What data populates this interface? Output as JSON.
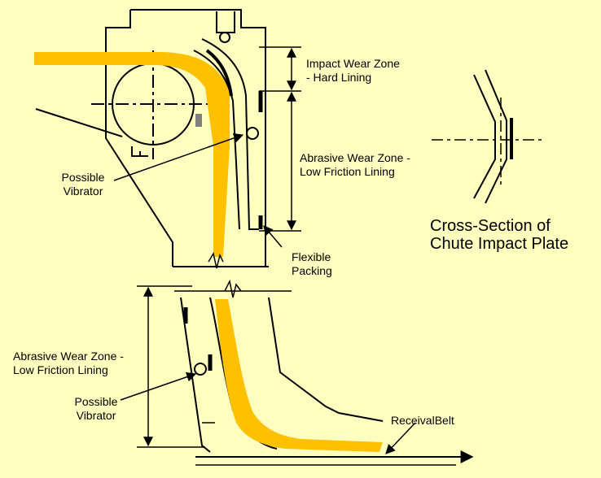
{
  "labels": {
    "impact_zone": [
      "Impact Wear Zone",
      "- Hard Lining"
    ],
    "abrasive_zone_upper": [
      "Abrasive Wear Zone -",
      "Low Friction Lining"
    ],
    "vibrator_upper": [
      "Possible",
      "Vibrator"
    ],
    "flexible_packing": [
      "Flexible",
      "Packing"
    ],
    "cross_section": [
      "Cross-Section of",
      "Chute Impact Plate"
    ],
    "abrasive_zone_lower": [
      "Abrasive Wear Zone -",
      "Low Friction Lining"
    ],
    "vibrator_lower": [
      "Possible",
      "Vibrator"
    ],
    "receival_belt": "ReceivalBelt"
  },
  "colors": {
    "background": "#ffffc0",
    "material_flow": "#ffc000",
    "line": "#000000",
    "lining": "#808080"
  }
}
